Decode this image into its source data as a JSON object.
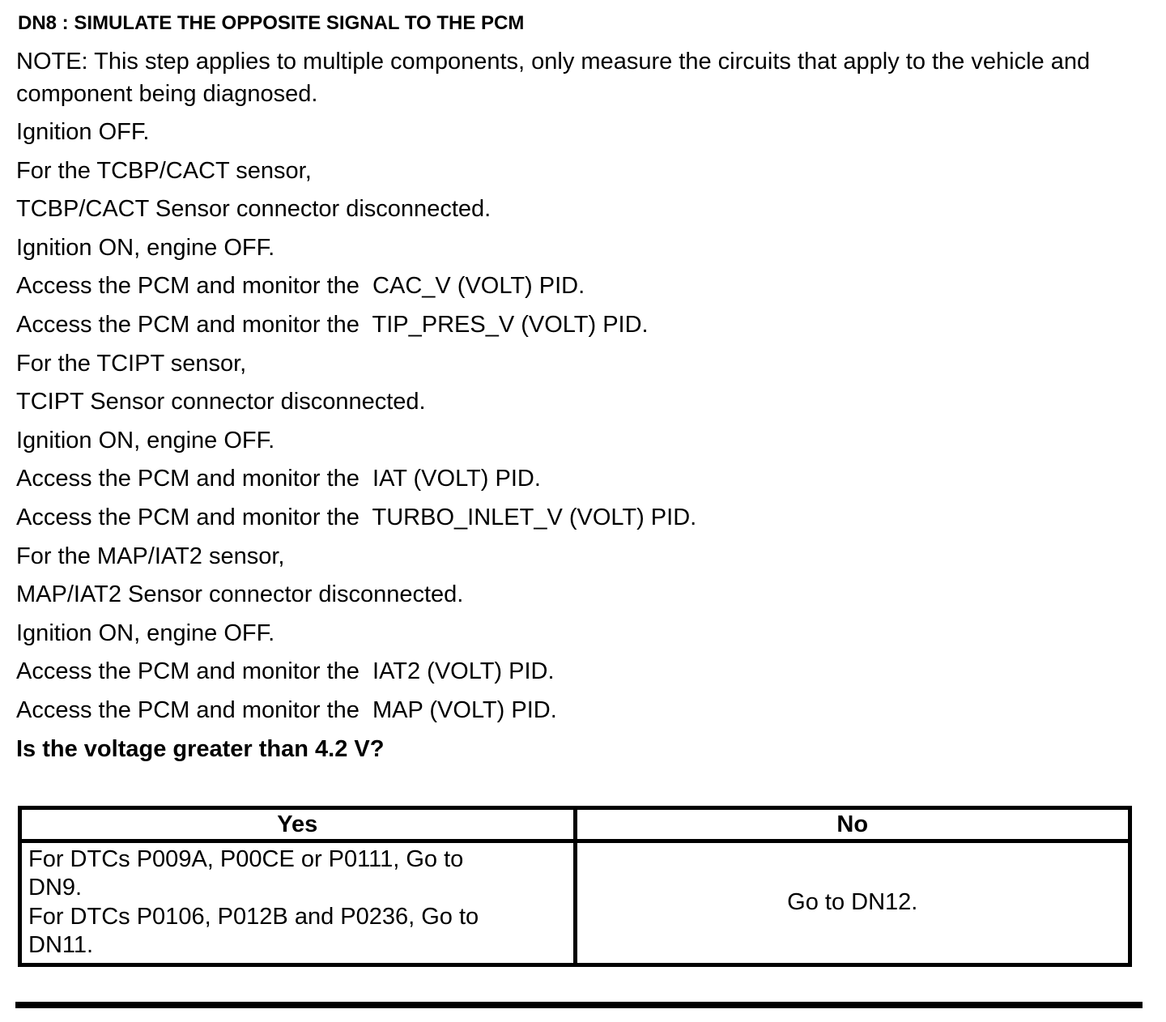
{
  "procedure": {
    "title": "DN8 : SIMULATE THE OPPOSITE SIGNAL TO THE PCM",
    "note": "NOTE: This step applies to multiple components, only measure the circuits that apply to the vehicle and component being diagnosed.",
    "steps": [
      "Ignition OFF.",
      "For the TCBP/CACT sensor,",
      "TCBP/CACT Sensor connector disconnected.",
      "Ignition ON, engine OFF.",
      "Access the PCM and monitor the  CAC_V (VOLT) PID.",
      "Access the PCM and monitor the  TIP_PRES_V (VOLT) PID.",
      "For the TCIPT sensor,",
      "TCIPT Sensor connector disconnected.",
      "Ignition ON, engine OFF.",
      "Access the PCM and monitor the  IAT (VOLT) PID.",
      "Access the PCM and monitor the  TURBO_INLET_V (VOLT) PID.",
      "For the MAP/IAT2 sensor,",
      "MAP/IAT2 Sensor connector disconnected.",
      "Ignition ON, engine OFF.",
      "Access the PCM and monitor the  IAT2 (VOLT) PID.",
      "Access the PCM and monitor the  MAP (VOLT) PID."
    ],
    "question": "Is the voltage greater than 4.2 V?"
  },
  "decision_table": {
    "headers": [
      "Yes",
      "No"
    ],
    "yes_cell_lines": [
      "For DTCs P009A, P00CE or P0111, Go to",
      "DN9.",
      "For DTCs P0106, P012B and P0236, Go to",
      "DN11."
    ],
    "no_cell": "Go to DN12."
  },
  "colors": {
    "text": "#000000",
    "background": "#ffffff",
    "border": "#000000"
  }
}
